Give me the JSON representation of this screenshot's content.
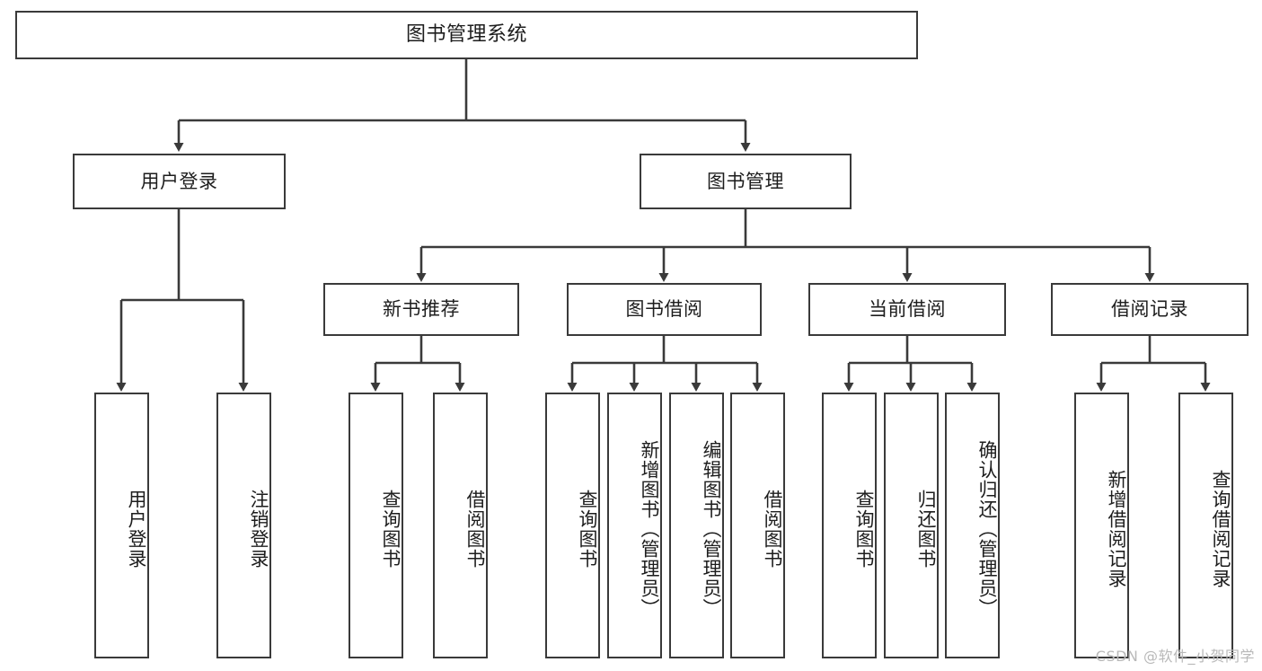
{
  "diagram": {
    "title": "图书管理系统",
    "type": "tree-hierarchy",
    "root": {
      "label": "图书管理系统"
    },
    "level2": [
      {
        "label": "用户登录"
      },
      {
        "label": "图书管理"
      }
    ],
    "level3": [
      {
        "label": "新书推荐"
      },
      {
        "label": "图书借阅"
      },
      {
        "label": "当前借阅"
      },
      {
        "label": "借阅记录"
      }
    ],
    "leaves_user_login": [
      {
        "label": "用户登录"
      },
      {
        "label": "注销登录"
      }
    ],
    "leaves_new_book": [
      {
        "label": "查询图书"
      },
      {
        "label": "借阅图书"
      }
    ],
    "leaves_borrow": [
      {
        "label": "查询图书"
      },
      {
        "label": "新增图书（管理员）"
      },
      {
        "label": "编辑图书（管理员）"
      },
      {
        "label": "借阅图书"
      }
    ],
    "leaves_current": [
      {
        "label": "查询图书"
      },
      {
        "label": "归还图书"
      },
      {
        "label": "确认归还（管理员）"
      }
    ],
    "leaves_records": [
      {
        "label": "新增借阅记录"
      },
      {
        "label": "查询借阅记录"
      }
    ]
  },
  "watermark": {
    "text": "CSDN @软件_小贺同学"
  },
  "colors": {
    "stroke": "#3a3a3a",
    "text": "#1d1d1d",
    "background": "#ffffff",
    "watermark": "#b9b9b9"
  }
}
